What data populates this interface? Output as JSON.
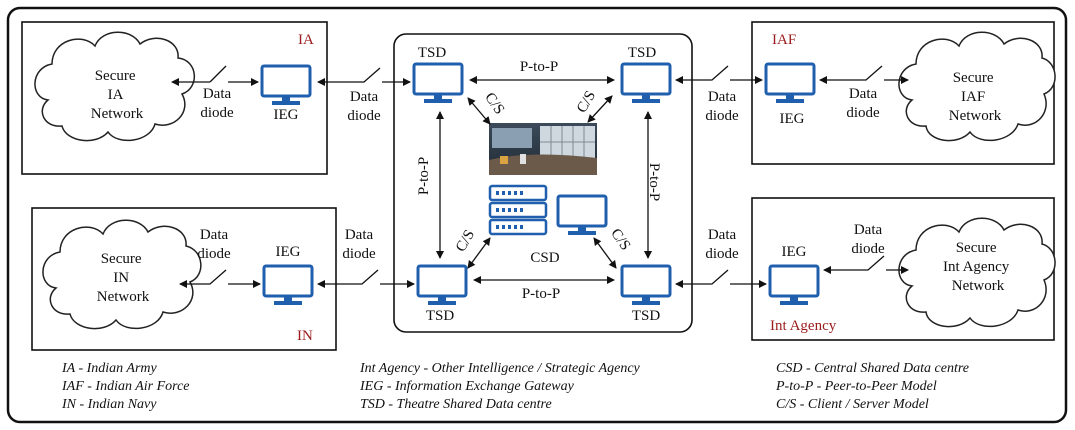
{
  "regions": {
    "ia": "IA",
    "iaf": "IAF",
    "in": "IN",
    "int_agency": "Int Agency"
  },
  "networks": {
    "ia": [
      "Secure",
      "IA",
      "Network"
    ],
    "iaf": [
      "Secure",
      "IAF",
      "Network"
    ],
    "in": [
      "Secure",
      "IN",
      "Network"
    ],
    "int_agency": [
      "Secure",
      "Int Agency",
      "Network"
    ]
  },
  "labels": {
    "ieg": "IEG",
    "tsd": "TSD",
    "csd": "CSD",
    "data": "Data",
    "diode": "diode",
    "p2p": "P-to-P",
    "cs": "C/S"
  },
  "legend": {
    "col1": [
      "IA - Indian Army",
      "IAF - Indian Air Force",
      "IN - Indian Navy"
    ],
    "col2": [
      "Int Agency - Other Intelligence / Strategic Agency",
      "IEG - Information Exchange Gateway",
      "TSD - Theatre Shared Data centre"
    ],
    "col3": [
      "CSD - Central Shared Data centre",
      "P-to-P - Peer-to-Peer Model",
      "C/S - Client / Server Model"
    ]
  },
  "colors": {
    "monitor": "#1f5fae",
    "region_label": "#9b1c1c"
  }
}
